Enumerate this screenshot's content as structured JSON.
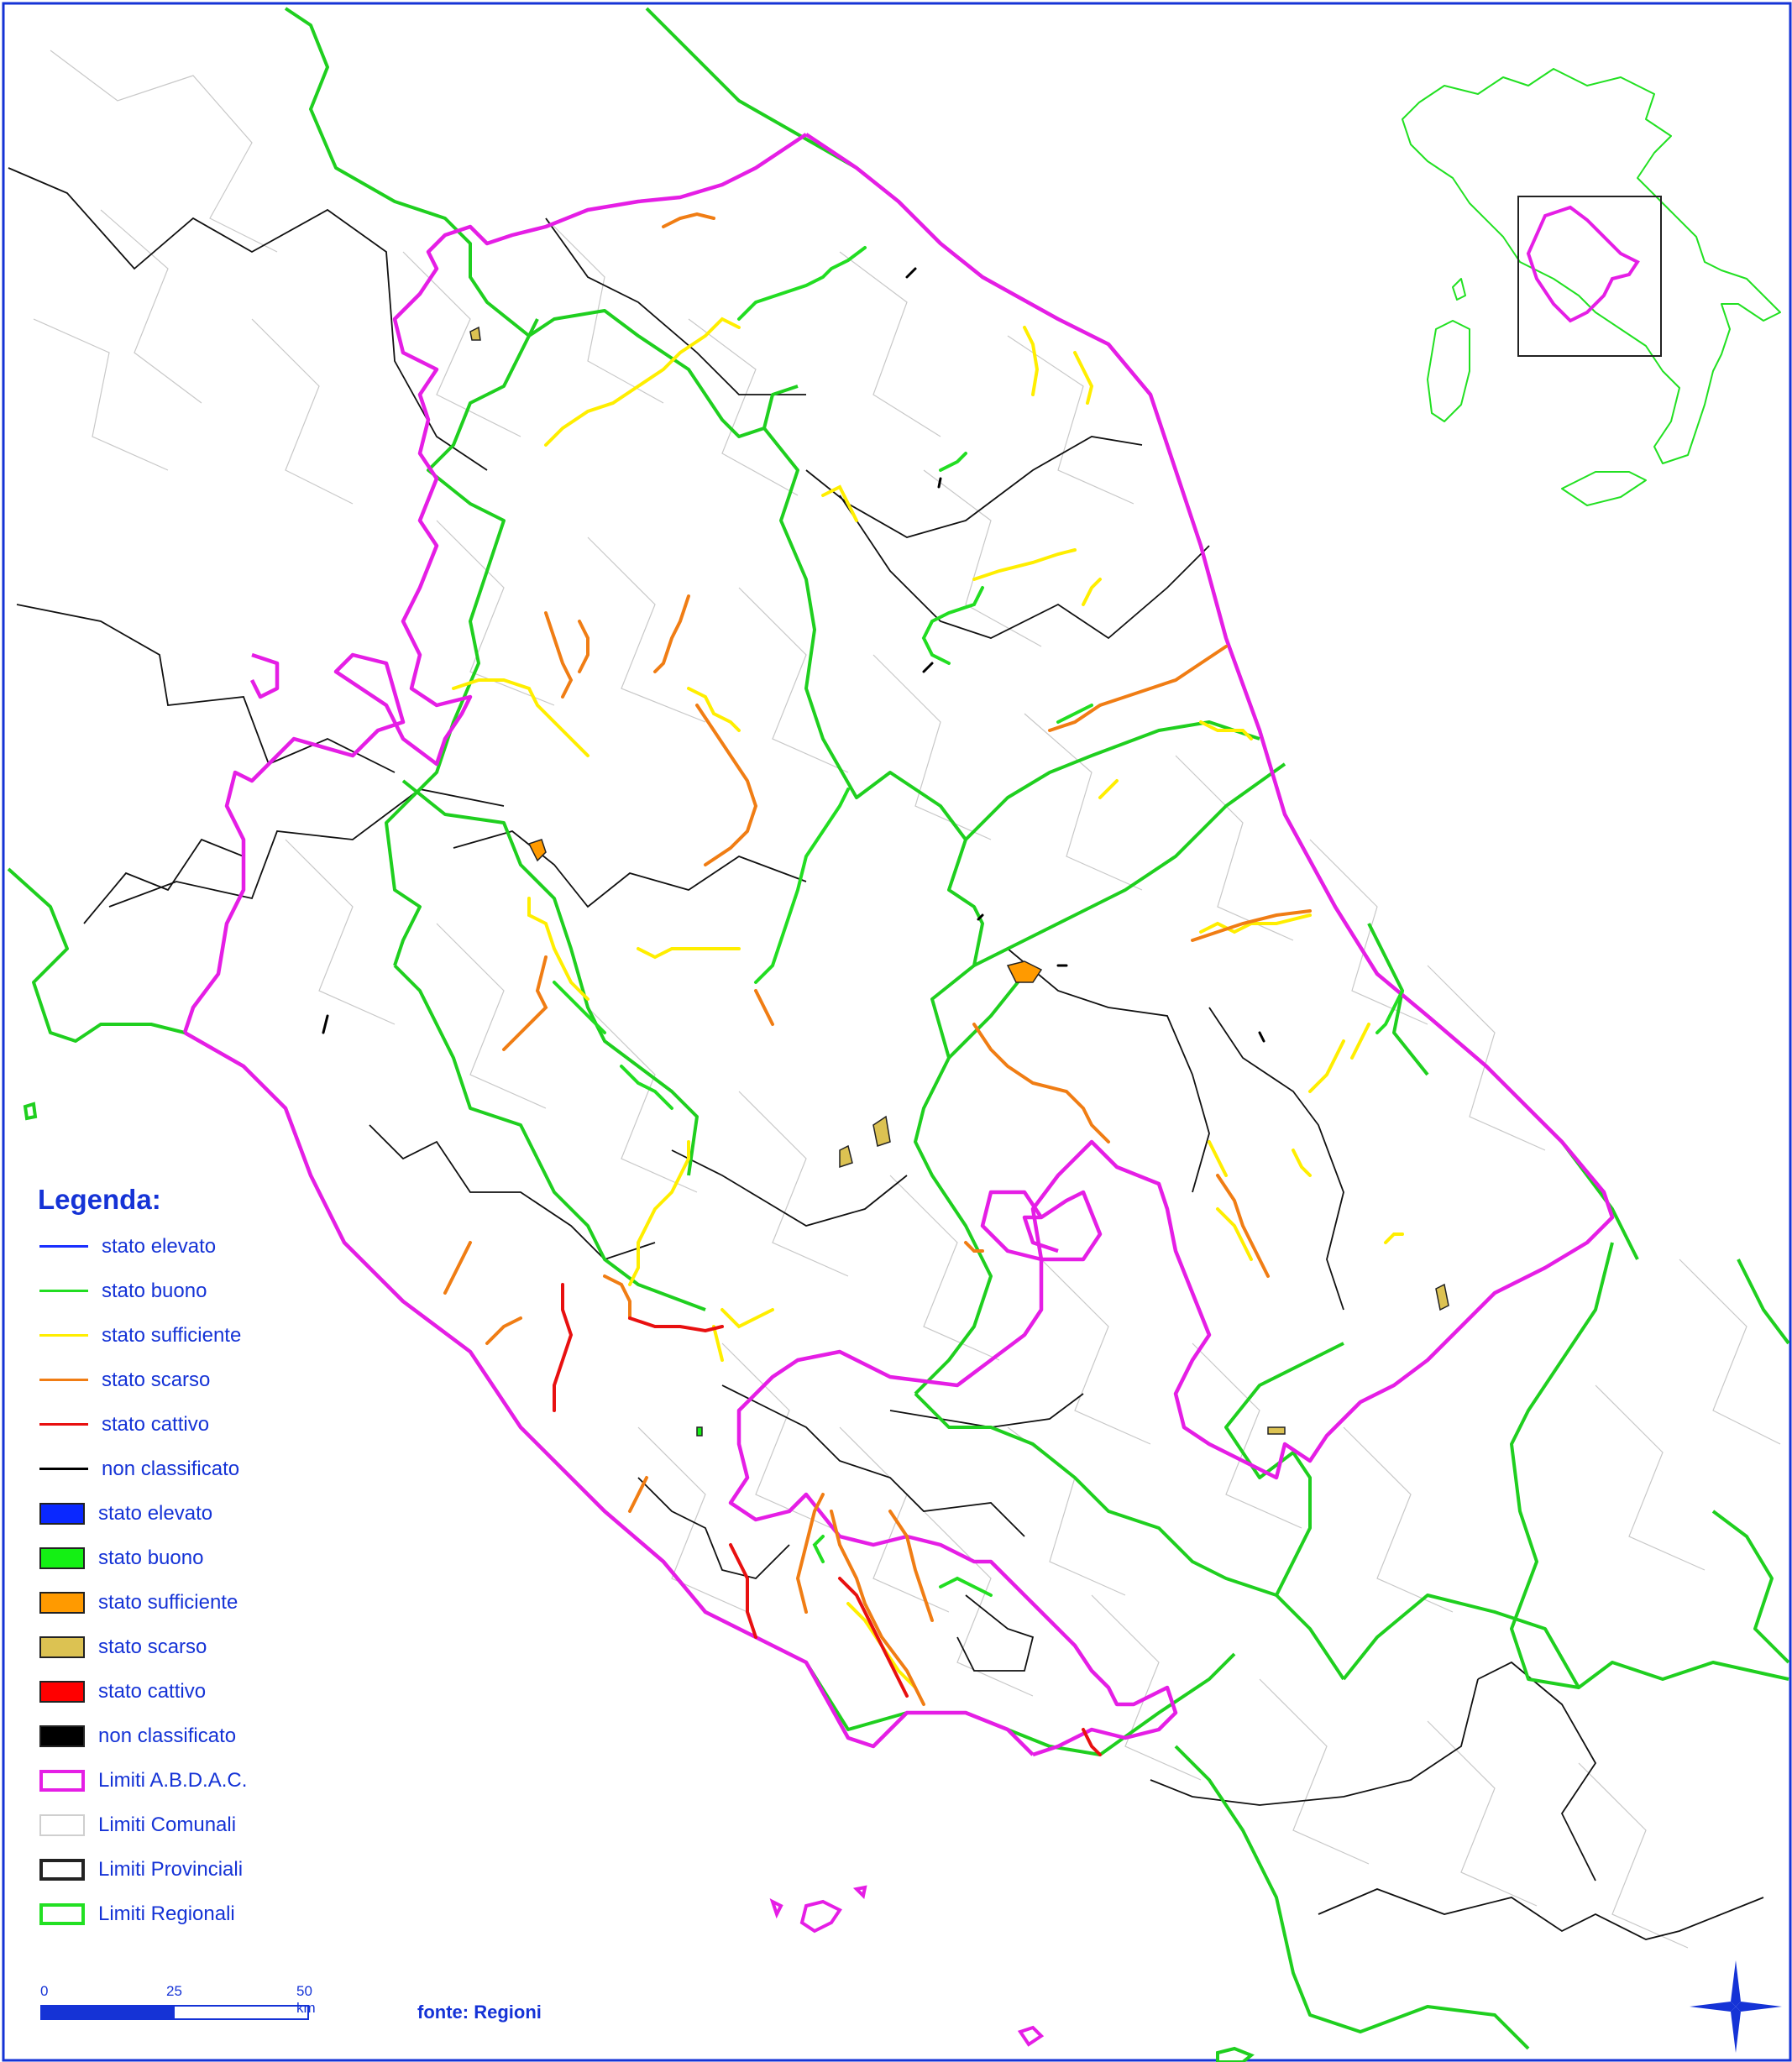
{
  "legend": {
    "title": "Legenda:",
    "items": [
      {
        "label": "stato elevato",
        "symbol": "line",
        "color": "#1a2fff"
      },
      {
        "label": "stato buono",
        "symbol": "line",
        "color": "#22dd22"
      },
      {
        "label": "stato sufficiente",
        "symbol": "line",
        "color": "#ffee00"
      },
      {
        "label": "stato scarso",
        "symbol": "line",
        "color": "#f07d14"
      },
      {
        "label": "stato cattivo",
        "symbol": "line",
        "color": "#e81010"
      },
      {
        "label": "non classificato",
        "symbol": "line",
        "color": "#000000"
      },
      {
        "label": "stato elevato",
        "symbol": "box",
        "color": "#0a28ff"
      },
      {
        "label": "stato buono",
        "symbol": "box",
        "color": "#14f014"
      },
      {
        "label": "stato sufficiente",
        "symbol": "box",
        "color": "#ff9a00"
      },
      {
        "label": "stato scarso",
        "symbol": "box",
        "color": "#dcc252"
      },
      {
        "label": "stato cattivo",
        "symbol": "box",
        "color": "#ff0000"
      },
      {
        "label": "non classificato",
        "symbol": "box",
        "color": "#000000"
      },
      {
        "label": "Limiti A.B.D.A.C.",
        "symbol": "outline",
        "color": "#e51ee5"
      },
      {
        "label": "Limiti Comunali",
        "symbol": "outline",
        "color": "#cfcfcf"
      },
      {
        "label": "Limiti Provinciali",
        "symbol": "outline",
        "color": "#222222"
      },
      {
        "label": "Limiti Regionali",
        "symbol": "outline",
        "color": "#22e022"
      }
    ]
  },
  "scale": {
    "tick_0": "0",
    "tick_25": "25",
    "tick_50": "50 km"
  },
  "source": "fonte: Regioni",
  "colors": {
    "abdac": "#e51ee5",
    "regional": "#1fcf1f",
    "provincial": "#111111",
    "municipal": "#c8c8c8",
    "sea_coast": "#1fcf1f",
    "frame": "#1533d6"
  }
}
